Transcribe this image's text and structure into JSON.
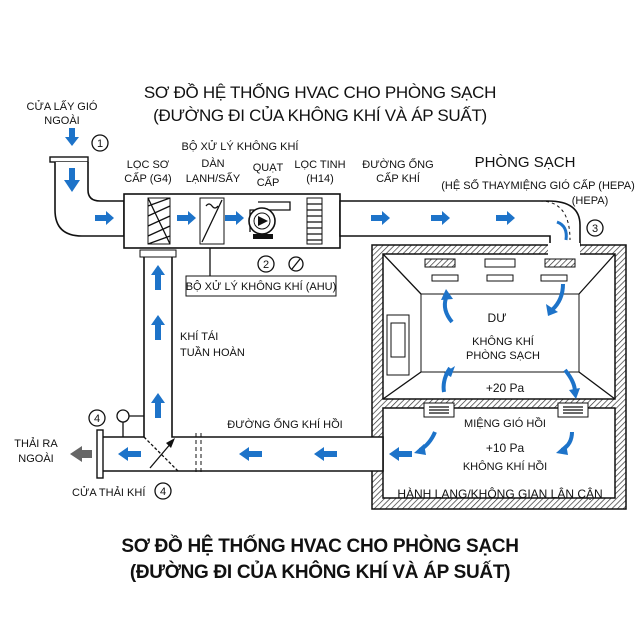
{
  "title": {
    "line1": "SƠ ĐỒ HỆ THỐNG HVAC CHO PHÒNG SẠCH",
    "line2": "(ĐƯỜNG ĐI CỦA KHÔNG KHÍ VÀ ÁP SUẤT)"
  },
  "bottom_title": {
    "line1": "SƠ ĐỒ HỆ THỐNG HVAC CHO PHÒNG SẠCH",
    "line2": "(ĐƯỜNG ĐI CỦA KHÔNG KHÍ VÀ ÁP SUẤT)"
  },
  "intake": {
    "line1": "CỬA LẤY GIÓ",
    "line2": "NGOÀI",
    "marker": "1"
  },
  "ahu": {
    "heading": "BỘ XỬ LÝ KHÔNG KHÍ",
    "prefilter": {
      "line1": "LỌC SƠ",
      "line2": "CẤP (G4)"
    },
    "coil": {
      "line1": "DÀN",
      "line2": "LẠNH/SẤY"
    },
    "fan": {
      "line1": "QUẠT",
      "line2": "CẤP"
    },
    "hepa": {
      "line1": "LỌC TINH",
      "line2": "(H14)"
    },
    "box_label": "BỘ XỬ LÝ KHÔNG KHÍ (AHU)",
    "marker": "2"
  },
  "supply_duct": {
    "line1": "ĐƯỜNG ỐNG",
    "line2": "CẤP KHÍ"
  },
  "cleanroom": {
    "title": "PHÒNG SẠCH",
    "subtitle": "(HỆ SỐ THAYMIỆNG GIÓ CẤP (HEPA)",
    "subtitle2": "(HEPA)",
    "marker": "3",
    "excess": "DƯ",
    "air_line1": "KHÔNG KHÍ",
    "air_line2": "PHÒNG SẠCH",
    "pressure": "+20 Pa"
  },
  "corridor": {
    "return_grille": "MIỆNG GIÓ HỒI",
    "pressure": "+10 Pa",
    "return_air": "KHÔNG KHÍ HỒI",
    "name": "HÀNH LANG/KHÔNG GIAN LÂN CẬN"
  },
  "recirc": {
    "line1": "KHÍ TÁI",
    "line2": "TUẦN HOÀN"
  },
  "return_duct": "ĐƯỜNG ỐNG KHÍ HỒI",
  "exhaust": {
    "line1": "THẢI RA",
    "line2": "NGOÀI",
    "damper_label": "CỬA THẢI KHÍ",
    "marker": "4",
    "marker2": "4"
  },
  "colors": {
    "arrow": "#1d73c9",
    "exhaust_arrow": "#666666"
  }
}
